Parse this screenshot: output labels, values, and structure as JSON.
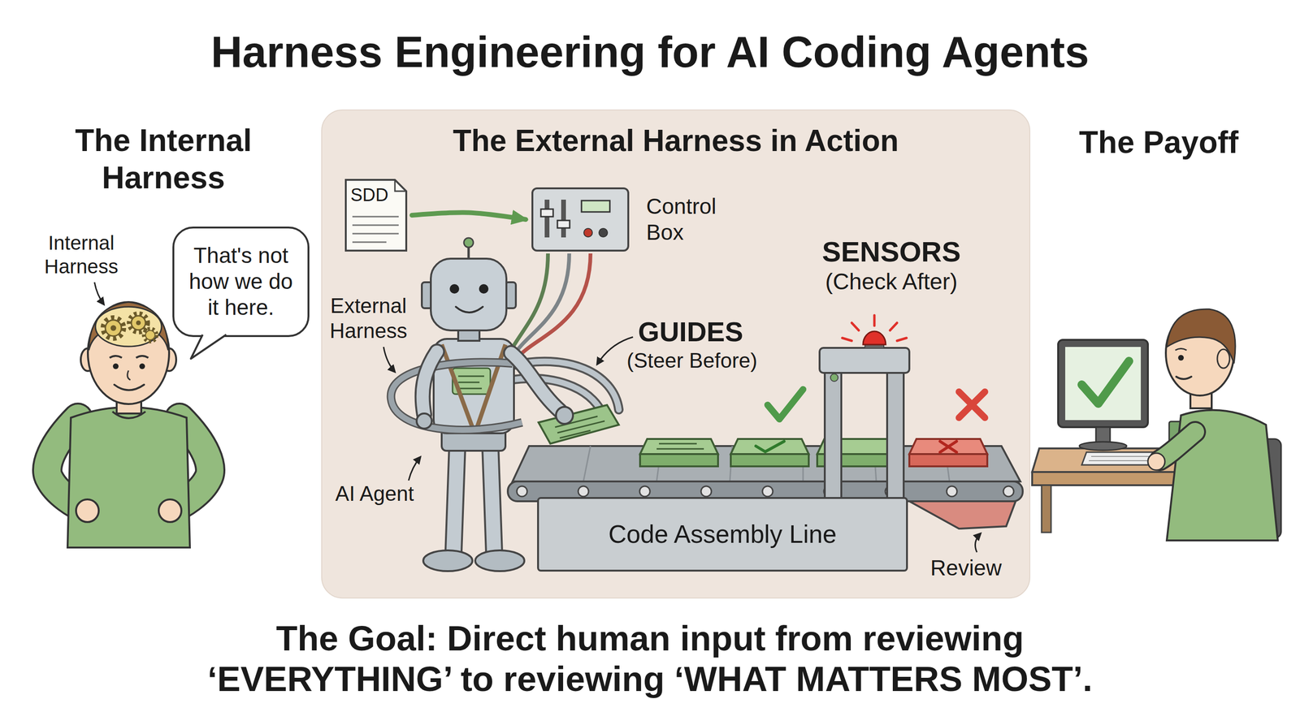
{
  "diagram": {
    "title": "Harness Engineering for AI Coding Agents",
    "caption": "The Goal: Direct human input from reviewing ‘EVERYTHING’ to reviewing ‘WHAT MATTERS MOST’.",
    "nodes": [
      {
        "text": [
          "The External Harness in Action"
        ]
      },
      {
        "text": [
          "That's not how we do it here."
        ]
      },
      {
        "text": [
          "SDD"
        ],
        "in": 0
      },
      {
        "text": [
          "Control Box"
        ],
        "in": 0
      },
      {
        "text": [
          "Code Assembly Line"
        ],
        "in": 0
      }
    ],
    "edges": [
      {
        "from": 2,
        "to": 3,
        "arrow": "to"
      }
    ],
    "labels": [
      "The Internal Harness",
      "Internal Harness",
      "External Harness",
      "GUIDES",
      "(Steer Before)",
      "SENSORS",
      "(Check After)",
      "AI Agent",
      "Review",
      "The Payoff"
    ]
  }
}
